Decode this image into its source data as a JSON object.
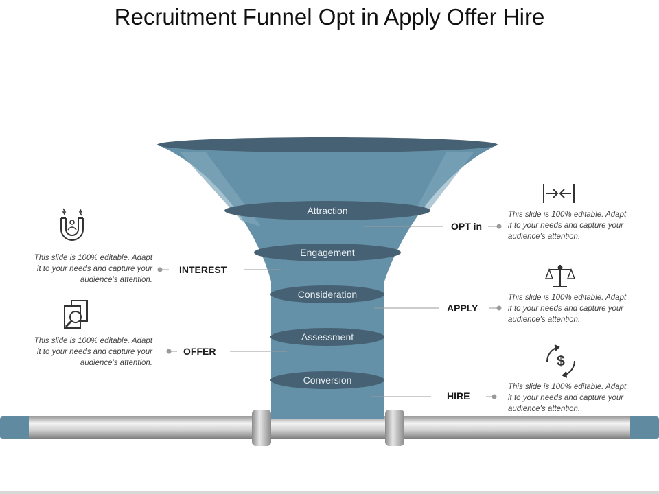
{
  "title": "Recruitment Funnel Opt in Apply Offer Hire",
  "colors": {
    "funnel": "#5f8aa0",
    "funnel_dark": "#466173",
    "pipe": "#d4d4d4",
    "pipe_end": "#5f8aa0"
  },
  "stages": [
    "Attraction",
    "Engagement",
    "Consideration",
    "Assessment",
    "Conversion"
  ],
  "left_items": [
    {
      "tag": "INTEREST",
      "icon": "magnet-person-icon",
      "desc": [
        "This slide is 100% editable. Adapt",
        "it to your needs and capture your",
        "audience's attention."
      ]
    },
    {
      "tag": "OFFER",
      "icon": "document-search-icon",
      "desc": [
        "This slide is 100% editable. Adapt",
        "it to your needs and capture your",
        "audience's attention."
      ]
    }
  ],
  "right_items": [
    {
      "tag": "OPT in",
      "icon": "arrows-converge-icon",
      "desc": [
        "This slide is 100% editable. Adapt",
        "it to your needs and capture your",
        "audience's attention."
      ]
    },
    {
      "tag": "APPLY",
      "icon": "balance-scale-icon",
      "desc": [
        "This slide is 100% editable. Adapt",
        "it to your needs and capture your",
        "audience's attention."
      ]
    },
    {
      "tag": "HIRE",
      "icon": "dollar-cycle-icon",
      "desc": [
        "This slide is 100% editable. Adapt",
        "it to your needs and capture your",
        "audience's attention."
      ]
    }
  ]
}
